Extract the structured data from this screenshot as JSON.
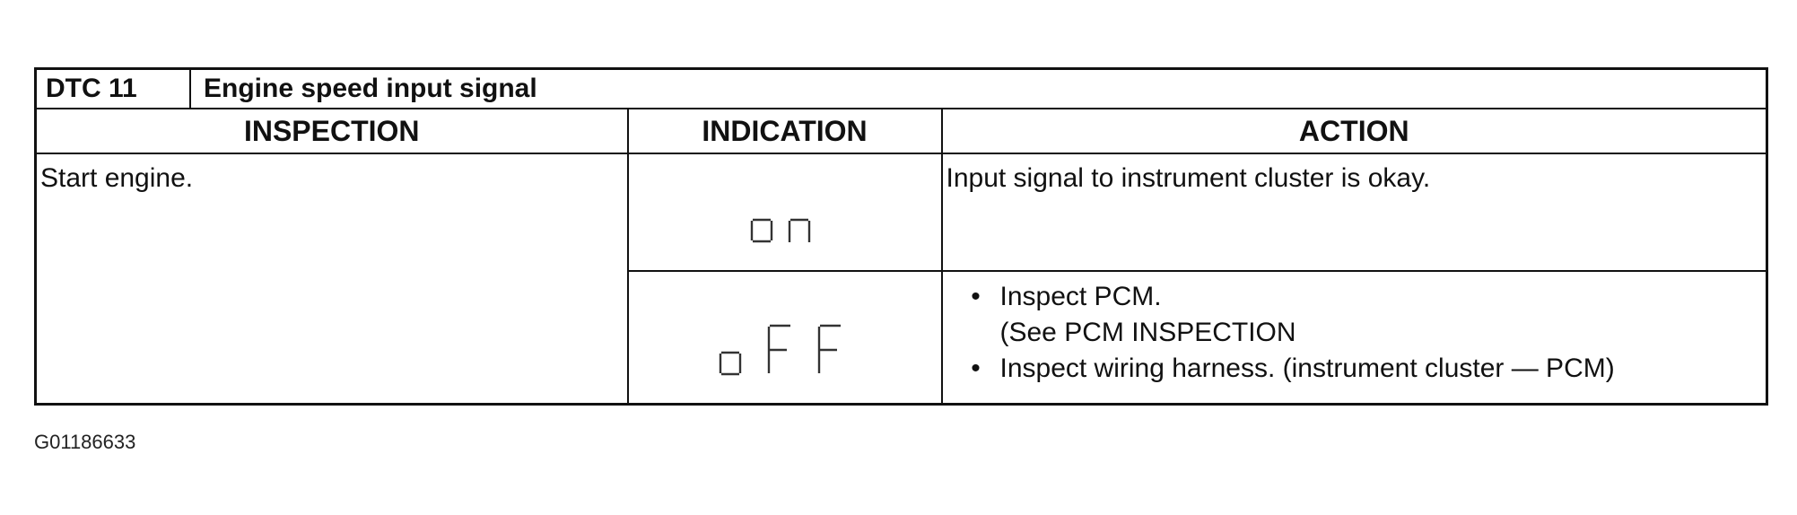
{
  "table": {
    "code": "DTC 11",
    "name": "Engine speed input signal",
    "headers": {
      "inspection": "INSPECTION",
      "indication": "INDICATION",
      "action": "ACTION"
    },
    "rows": [
      {
        "inspection": "Start engine.",
        "indication": "on",
        "action": "Input signal to instrument cluster is okay."
      },
      {
        "inspection": "",
        "indication": "oFF",
        "action_items": [
          "Inspect PCM.",
          "(See PCM INSPECTION",
          "Inspect wiring harness. (instrument cluster — PCM)"
        ],
        "bullet": "•"
      }
    ]
  },
  "footnote": "G01186633"
}
